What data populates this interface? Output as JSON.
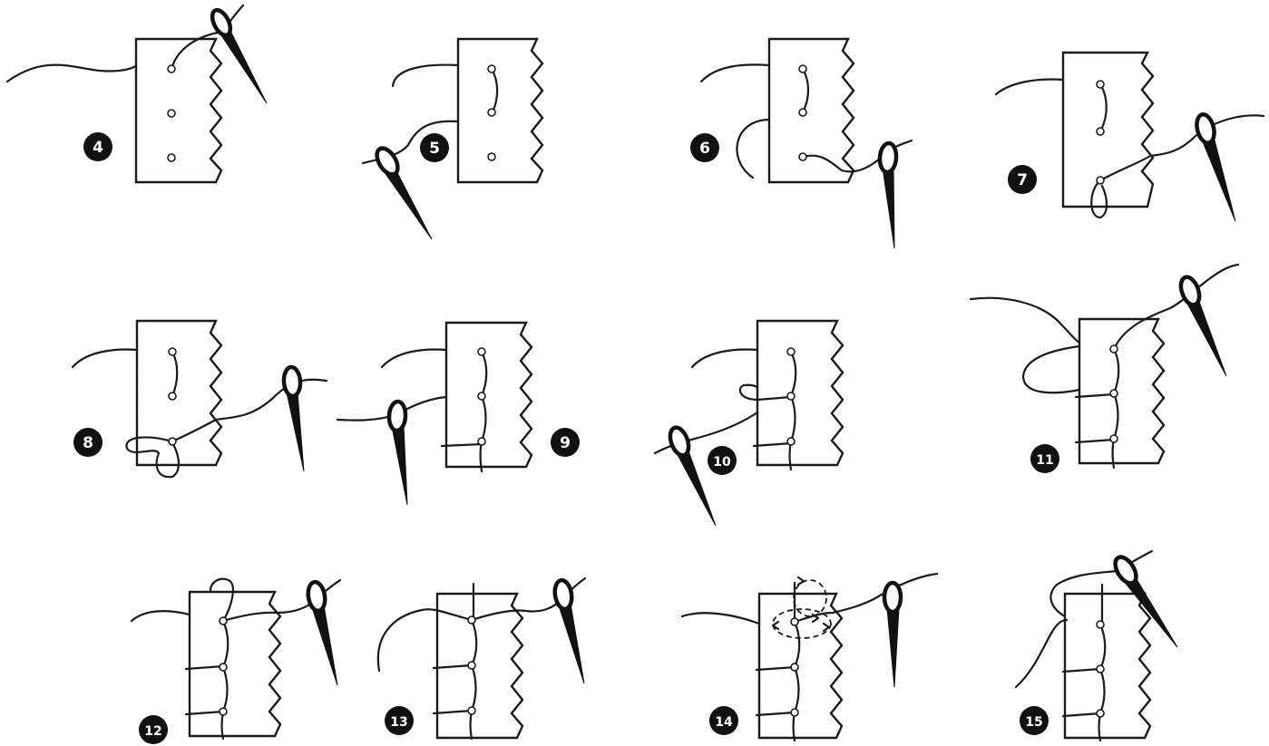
{
  "colors": {
    "ink": "#111111",
    "paper": "#ffffff"
  },
  "steps": [
    {
      "label": "4"
    },
    {
      "label": "5"
    },
    {
      "label": "6"
    },
    {
      "label": "7"
    },
    {
      "label": "8"
    },
    {
      "label": "9"
    },
    {
      "label": "10"
    },
    {
      "label": "11"
    },
    {
      "label": "12"
    },
    {
      "label": "13"
    },
    {
      "label": "14"
    },
    {
      "label": "15"
    }
  ]
}
